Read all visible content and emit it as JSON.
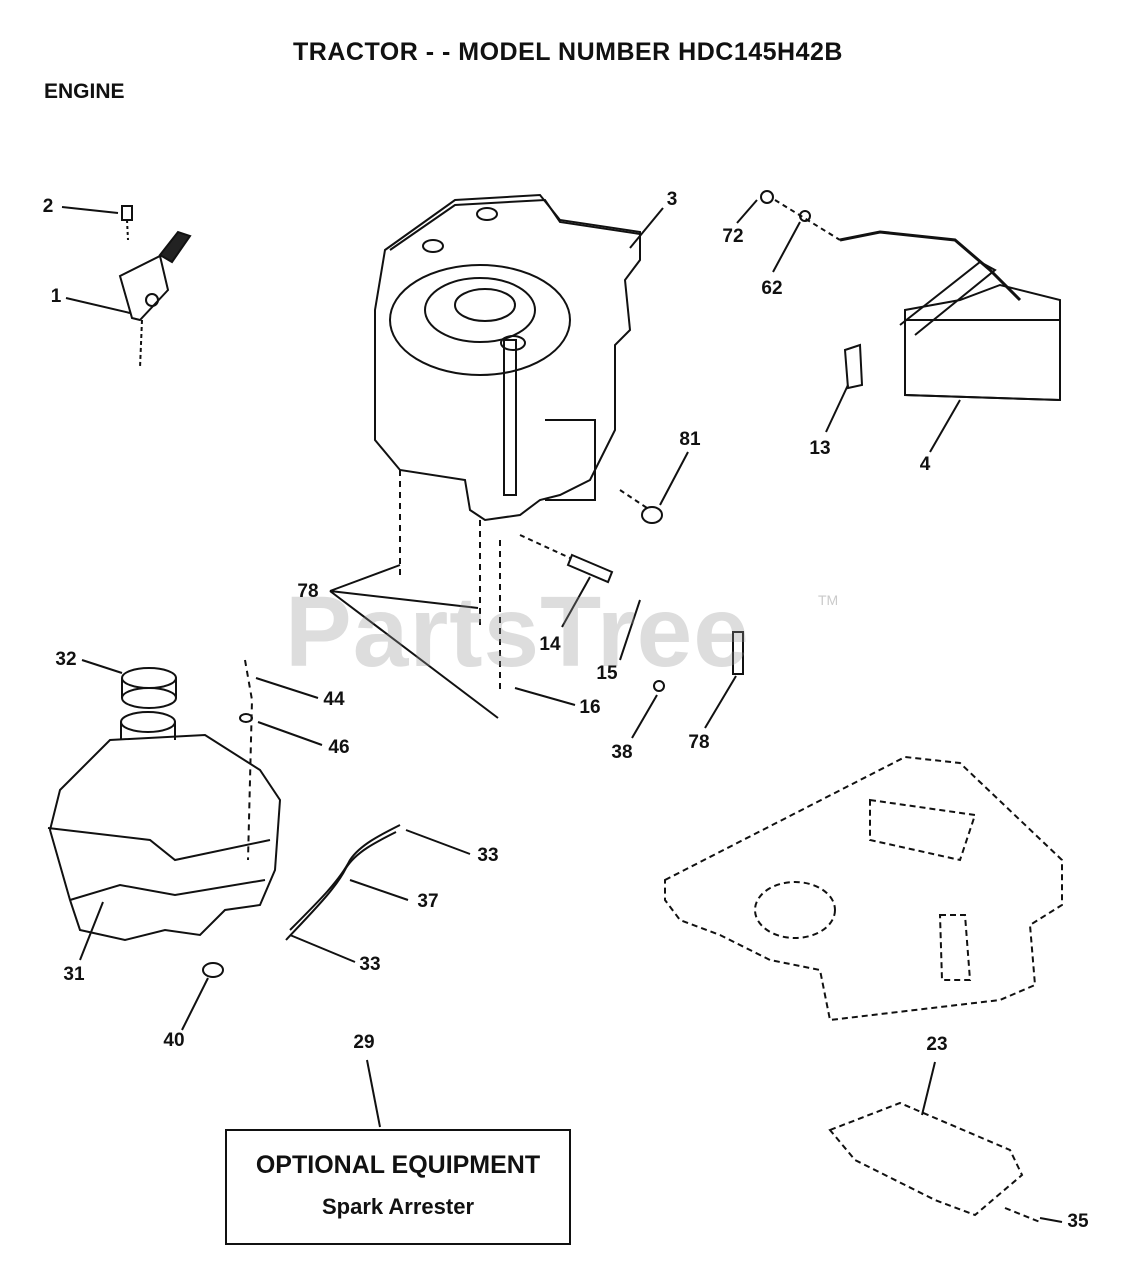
{
  "header": {
    "title": "TRACTOR - - MODEL NUMBER HDC145H42B",
    "section": "ENGINE"
  },
  "watermark": {
    "text": "PartsTree",
    "tm": "TM"
  },
  "optional": {
    "heading": "OPTIONAL EQUIPMENT",
    "item": "Spark Arrester"
  },
  "callouts": [
    "2",
    "1",
    "3",
    "72",
    "62",
    "13",
    "4",
    "81",
    "78",
    "14",
    "15",
    "16",
    "38",
    "78",
    "32",
    "44",
    "46",
    "33",
    "37",
    "33",
    "31",
    "40",
    "29",
    "23",
    "35"
  ]
}
